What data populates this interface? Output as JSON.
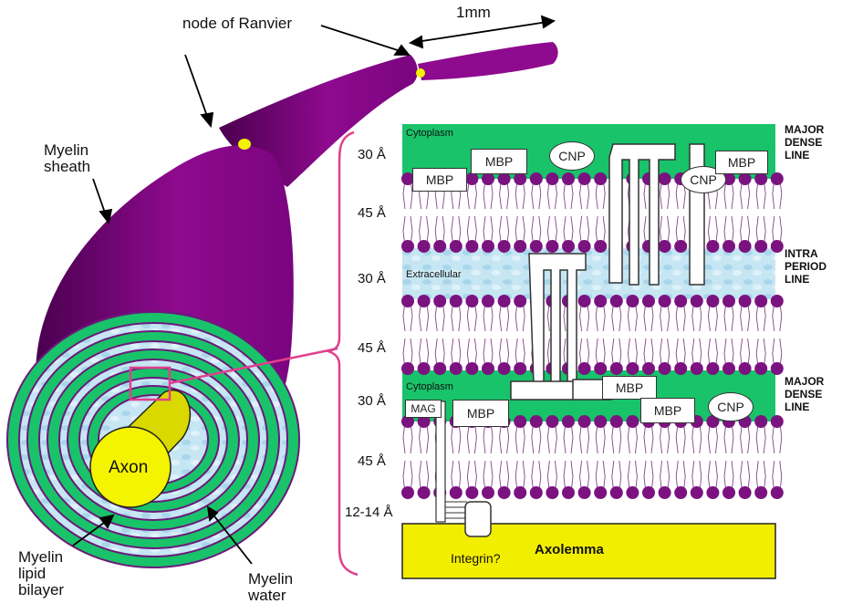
{
  "labels": {
    "node_of_ranvier": "node of Ranvier",
    "scale": "1mm",
    "myelin_sheath": "Myelin\nsheath",
    "axon": "Axon",
    "myelin_lipid_bilayer": "Myelin\nlipid\nbilayer",
    "myelin_water": "Myelin\nwater"
  },
  "layers": {
    "cytoplasm_top": "Cytoplasm",
    "extracellular": "Extracellular",
    "cytoplasm_bottom": "Cytoplasm",
    "axolemma": "Axolemma"
  },
  "distances": [
    "30 Å",
    "45 Å",
    "30 Å",
    "45 Å",
    "30 Å",
    "45 Å",
    "12-14 Å"
  ],
  "side_labels": {
    "major_dense_line_top": "MAJOR\nDENSE\nLINE",
    "intra_period_line": "INTRA\nPERIOD\nLINE",
    "major_dense_line_bottom": "MAJOR\nDENSE\nLINE"
  },
  "proteins": {
    "mbp": "MBP",
    "cnp": "CNP",
    "mag": "MAG",
    "integrin": "Integrin?"
  },
  "colors": {
    "myelin_purple": "#8e0a8e",
    "myelin_dark": "#5a0060",
    "cytoplasm_green": "#19c36a",
    "extracellular_blue": "#bfe6f2",
    "axon_yellow": "#f4f400",
    "axolemma_yellow": "#f2ee00",
    "lipid_head": "#7a1380",
    "bracket_pink": "#e0408c"
  }
}
